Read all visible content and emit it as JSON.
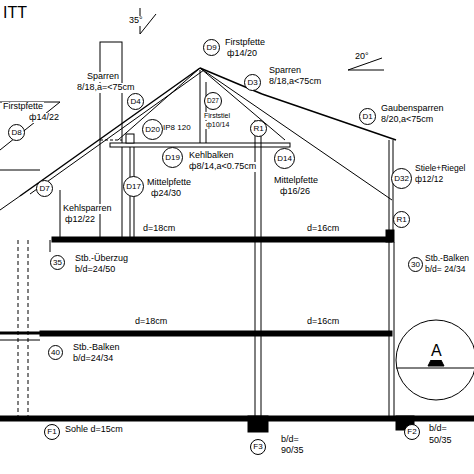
{
  "diagram": {
    "nodes": [
      {
        "text": [
          "D9"
        ]
      },
      {
        "text": [
          "D3"
        ]
      },
      {
        "text": [
          "D4"
        ]
      },
      {
        "text": [
          "D20"
        ]
      },
      {
        "text": [
          "D27"
        ]
      },
      {
        "text": [
          "R1"
        ]
      },
      {
        "text": [
          "D1"
        ]
      },
      {
        "text": [
          "D8"
        ]
      },
      {
        "text": [
          "D19"
        ]
      },
      {
        "text": [
          "D14"
        ]
      },
      {
        "text": [
          "D32"
        ]
      },
      {
        "text": [
          "D7"
        ]
      },
      {
        "text": [
          "D17"
        ]
      },
      {
        "text": [
          "R1"
        ]
      },
      {
        "text": [
          "35"
        ]
      },
      {
        "text": [
          "30"
        ]
      },
      {
        "text": [
          "40"
        ]
      },
      {
        "text": [
          "F1"
        ]
      },
      {
        "text": [
          "F3"
        ]
      },
      {
        "text": [
          "F2"
        ]
      }
    ],
    "labels": [
      "ITT",
      "35°",
      "20°",
      "Firstpfette",
      "ф14/20",
      "Sparren",
      "8/18,a<75cm",
      "Sparren",
      "8/18,a=<75cm",
      "Gaubensparren",
      "8/20,a<75cm",
      "Firstpfette",
      "ф14/22",
      "IP8 120",
      "Firststiel",
      "ф10/14",
      "Kehlbalken",
      "ф8/14,a<0.75cm",
      "Mittelpfette",
      "ф24/30",
      "Mittelpfette",
      "ф16/26",
      "Stiele+Riegel",
      "ф12/12",
      "Kehlsparren",
      "ф12/22",
      "d=18cm",
      "d=16cm",
      "Stb.-Überzug",
      "b/d=24/50",
      "Stb.-Balken",
      "b/d= 24/34",
      "d=18cm",
      "d=16cm",
      "Stb.-Balken",
      "b/d=24/34",
      "A",
      "Sohle d=15cm",
      "b/d=",
      "90/35",
      "b/d=",
      "50/35"
    ]
  }
}
